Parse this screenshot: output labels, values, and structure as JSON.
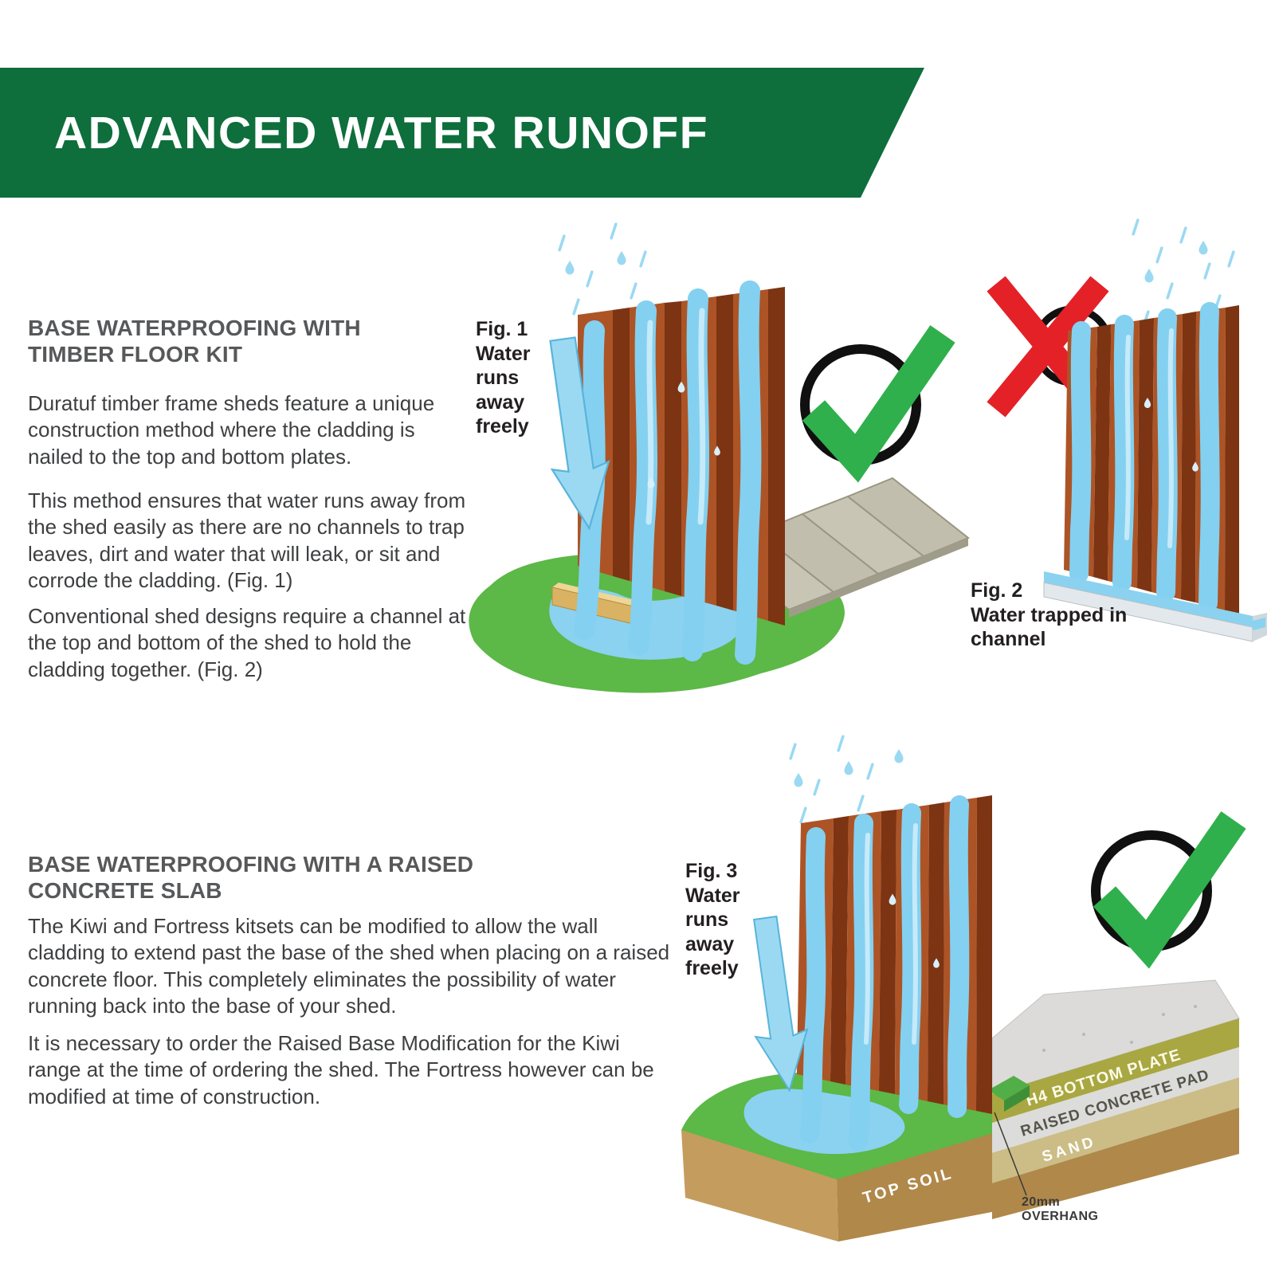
{
  "banner": {
    "title": "ADVANCED WATER RUNOFF"
  },
  "colors": {
    "banner_green": "#0e6e3c",
    "check_green": "#2fb04c",
    "cross_red": "#e32127",
    "water_blue": "#8ad2f0",
    "grass_green": "#5cb847",
    "cladding_brown": "#ad5426"
  },
  "sections": {
    "timber": {
      "heading": "BASE WATERPROOFING WITH\nTIMBER FLOOR KIT",
      "paragraphs": [
        "Duratuf timber frame sheds feature a unique construction method where the cladding is nailed to the top and bottom plates.",
        "This method ensures that water runs away from the shed easily as there are no channels to trap leaves, dirt and water that will leak, or sit and corrode the cladding. (Fig. 1)",
        "Conventional shed designs require a channel at the top and bottom of the shed to hold the cladding together. (Fig. 2)"
      ]
    },
    "concrete": {
      "heading": "BASE WATERPROOFING WITH A RAISED\nCONCRETE SLAB",
      "paragraphs": [
        "The Kiwi and Fortress kitsets can be modified to allow the wall cladding to extend past the base of the shed when placing on a raised concrete floor. This completely eliminates the possibility of water running back into the base of your shed.",
        "It is necessary to order the Raised Base Modification for the Kiwi range at the time of ordering the shed. The Fortress however can be modified at time of construction."
      ]
    }
  },
  "figures": {
    "fig1": {
      "label": "Fig. 1\nWater\nruns\naway\nfreely"
    },
    "fig2": {
      "label": "Fig. 2\nWater trapped in\nchannel"
    },
    "fig3": {
      "label": "Fig. 3\nWater\nruns\naway\nfreely",
      "layer_labels": {
        "plate": "H4 BOTTOM PLATE",
        "pad": "RAISED CONCRETE PAD",
        "sand": "SAND",
        "soil": "TOP SOIL"
      },
      "overhang_note": "20mm\nOVERHANG"
    }
  }
}
